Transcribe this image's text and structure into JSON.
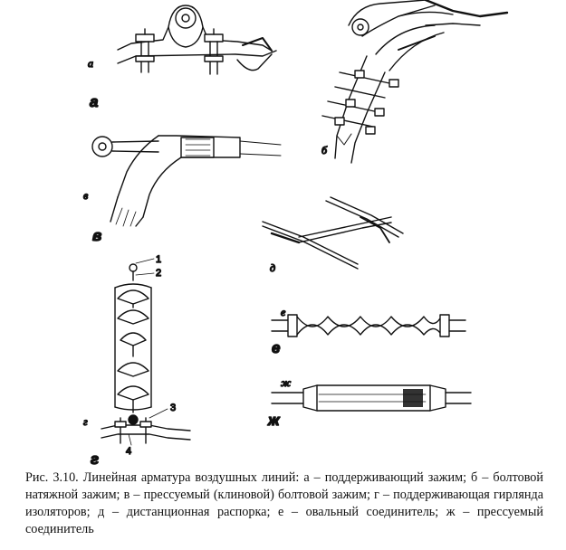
{
  "labels": {
    "a_small": "а",
    "a_big": "а",
    "b_small": "б",
    "v_small": "в",
    "v_big": "в",
    "d_small": "д",
    "e_small": "е",
    "e_big": "е",
    "g_small": "г",
    "g_big": "г",
    "zh_small": "ж",
    "zh_big": "ж"
  },
  "numbers": {
    "n1": "1",
    "n2": "2",
    "n3": "3",
    "n4": "4"
  },
  "caption": "Рис. 3.10. Линейная арматура воздушных линий: а – поддерживающий зажим; б – болтовой натяжной зажим; в – прессуемый (клиновой) болтовой зажим; г – поддерживающая гирлянда изоляторов; д – дистанционная распорка; е – овальный соединитель; ж – прессуемый соединитель"
}
